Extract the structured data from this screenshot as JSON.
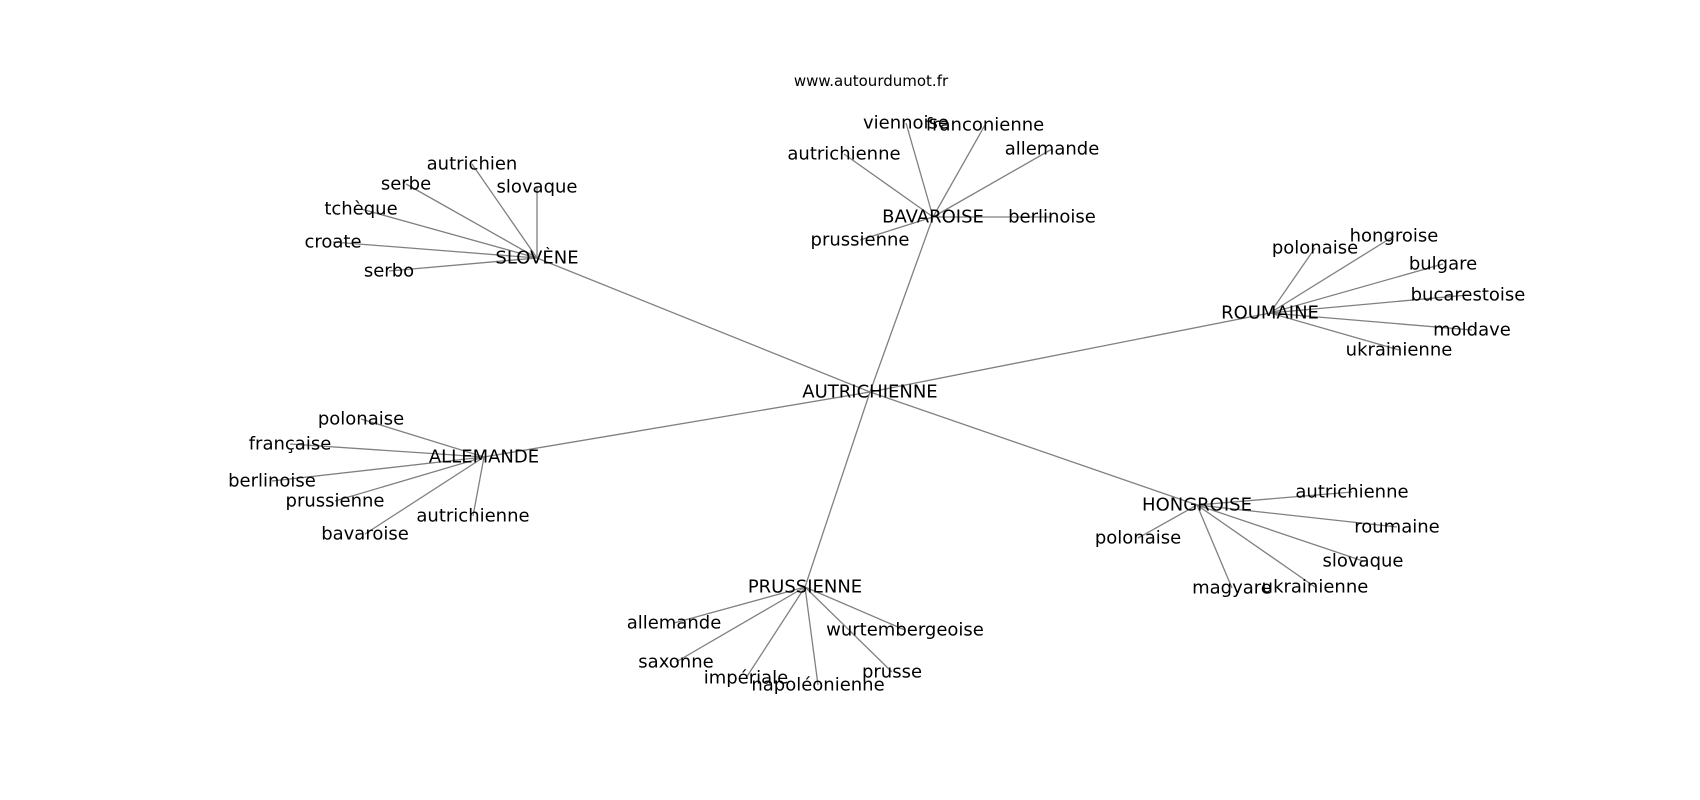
{
  "watermark": "www.autourdumot.fr",
  "graph": {
    "center": "AUTRICHIENNE",
    "hubs": [
      {
        "label": "SLOVÈNE",
        "leaves": [
          "autrichien",
          "serbe",
          "slovaque",
          "tchèque",
          "croate",
          "serbo"
        ]
      },
      {
        "label": "BAVAROISE",
        "leaves": [
          "viennoise",
          "franconienne",
          "autrichienne",
          "allemande",
          "berlinoise",
          "prussienne"
        ]
      },
      {
        "label": "ROUMAINE",
        "leaves": [
          "polonaise",
          "hongroise",
          "bulgare",
          "bucarestoise",
          "moldave",
          "ukrainienne"
        ]
      },
      {
        "label": "ALLEMANDE",
        "leaves": [
          "polonaise",
          "française",
          "berlinoise",
          "prussienne",
          "bavaroise",
          "autrichienne"
        ]
      },
      {
        "label": "HONGROISE",
        "leaves": [
          "autrichienne",
          "polonaise",
          "roumaine",
          "slovaque",
          "magyare",
          "ukrainienne"
        ]
      },
      {
        "label": "PRUSSIENNE",
        "leaves": [
          "allemande",
          "wurtembergeoise",
          "saxonne",
          "impériale",
          "napoléonienne",
          "prusse"
        ]
      }
    ]
  }
}
